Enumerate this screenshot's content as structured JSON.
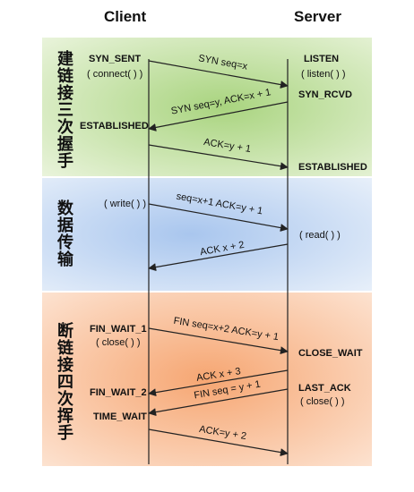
{
  "headers": {
    "client": "Client",
    "server": "Server"
  },
  "phases": [
    {
      "label": "建链接三次握手",
      "color_top": "#e8f2d6",
      "color_mid": "#b8dc93"
    },
    {
      "label": "数据传输",
      "color_top": "#e6eef8",
      "color_mid": "#b3cdee"
    },
    {
      "label": "断链接四次挥手",
      "color_top": "#fde3d0",
      "color_mid": "#f6ad80"
    }
  ],
  "client_states": {
    "syn_sent": "SYN_SENT",
    "connect": "( connect( ) )",
    "established": "ESTABLISHED",
    "write": "( write( ) )",
    "fin_wait_1": "FIN_WAIT_1",
    "close": "( close( ) )",
    "fin_wait_2": "FIN_WAIT_2",
    "time_wait": "TIME_WAIT"
  },
  "server_states": {
    "listen": "LISTEN",
    "listen_call": "( listen( ) )",
    "syn_rcvd": "SYN_RCVD",
    "established": "ESTABLISHED",
    "read": "( read( ) )",
    "close_wait": "CLOSE_WAIT",
    "last_ack": "LAST_ACK",
    "close": "( close( ) )"
  },
  "messages": [
    {
      "label": "SYN seq=x",
      "direction": "to-server"
    },
    {
      "label": "SYN seq=y, ACK=x + 1",
      "direction": "to-client"
    },
    {
      "label": "ACK=y + 1",
      "direction": "to-server"
    },
    {
      "label": "seq=x+1 ACK=y + 1",
      "direction": "to-server"
    },
    {
      "label": "ACK x + 2",
      "direction": "to-client"
    },
    {
      "label": "FIN seq=x+2 ACK=y + 1",
      "direction": "to-server"
    },
    {
      "label": "ACK x + 3",
      "direction": "to-client"
    },
    {
      "label": "FIN seq = y + 1",
      "direction": "to-client"
    },
    {
      "label": "ACK=y + 2",
      "direction": "to-server"
    }
  ],
  "line_color": "#222222"
}
